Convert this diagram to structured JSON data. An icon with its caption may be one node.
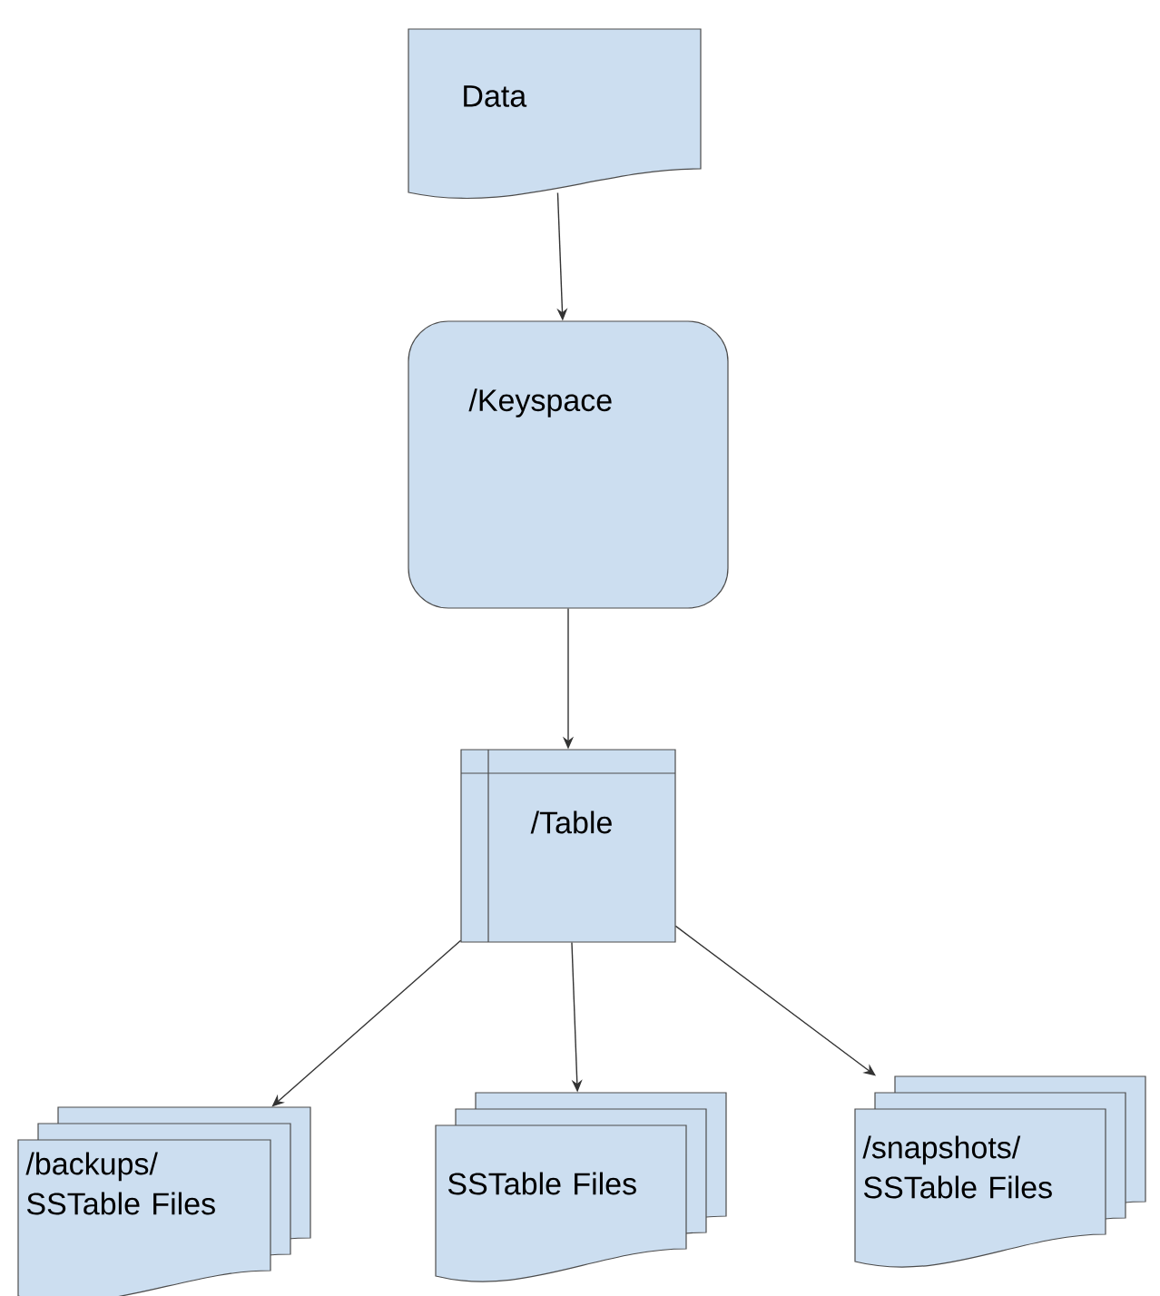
{
  "diagram": {
    "nodes": [
      {
        "text": [
          "Data"
        ]
      },
      {
        "text": [
          "/Keyspace"
        ]
      },
      {
        "text": [
          "/Table"
        ]
      },
      {
        "text": [
          "/backups/ SSTable Files"
        ]
      },
      {
        "text": [
          "SSTable Files"
        ]
      },
      {
        "text": [
          "/snapshots/ SSTable Files"
        ]
      }
    ],
    "edges": [
      {
        "from": 0,
        "to": 1,
        "arrow": "to"
      },
      {
        "from": 1,
        "to": 2,
        "arrow": "to"
      },
      {
        "from": 2,
        "to": 3,
        "arrow": "to"
      },
      {
        "from": 2,
        "to": 4,
        "arrow": "to"
      },
      {
        "from": 2,
        "to": 5,
        "arrow": "to"
      }
    ]
  }
}
